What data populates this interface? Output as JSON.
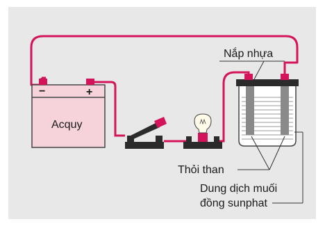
{
  "diagram": {
    "battery": {
      "label": "Acquy",
      "minus_sign": "−",
      "plus_sign": "+"
    },
    "labels": {
      "lid": "Nắp nhựa",
      "carbon_rods": "Thỏi than",
      "solution_line1": "Dung dịch muối",
      "solution_line2": "đồng sunphat"
    },
    "colors": {
      "background": "#e8e8e8",
      "wire": "#d4145a",
      "battery_fill": "#f6d3da",
      "metal": "#2b2b2b",
      "rod": "#8a8a8a",
      "solution": "#ffffff"
    }
  }
}
